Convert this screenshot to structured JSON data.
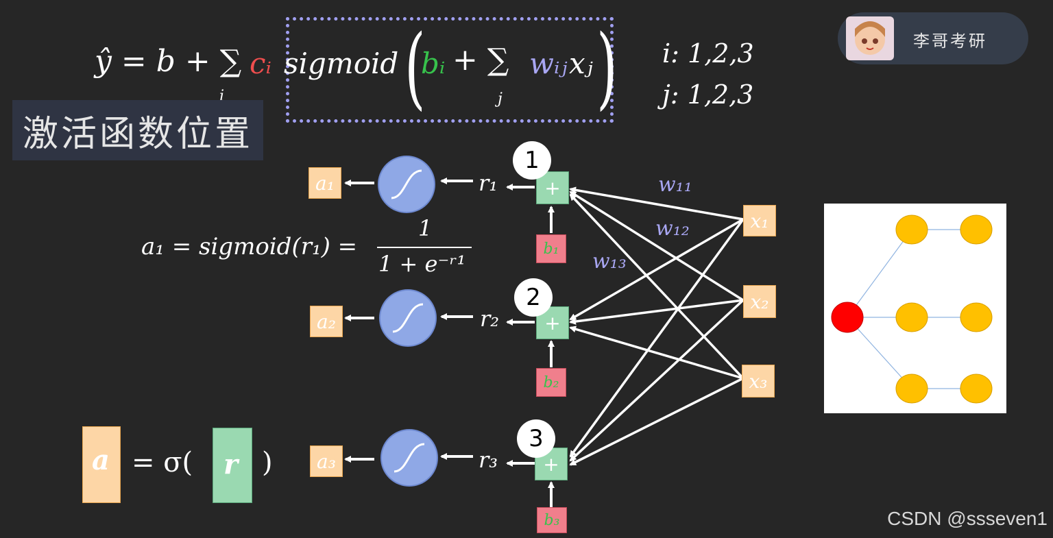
{
  "formula": {
    "yhat": "ŷ = b + ∑",
    "ci": "cᵢ",
    "sigmoid": "sigmoid",
    "bi": "bᵢ",
    "plus": "+ ∑",
    "sub_i": "i",
    "sub_j": "j",
    "wij": "wᵢⱼ",
    "xj": "xⱼ",
    "range_i": "i: 1,2,3",
    "range_j": "j: 1,2,3"
  },
  "activation_label": "激活函数位置",
  "badge_name": "李哥考研",
  "watermark": "CSDN @ssseven1",
  "equation_a1": {
    "lhs": "a₁ = sigmoid(r₁) =",
    "num": "1",
    "den": "1 + e⁻ʳ¹"
  },
  "vector_eq": {
    "a": "a",
    "eq": "= σ(",
    "r": "r",
    "close": ")"
  },
  "nodes": {
    "a": [
      "a₁",
      "a₂",
      "a₃"
    ],
    "r": [
      "r₁",
      "r₂",
      "r₃"
    ],
    "b": [
      "b₁",
      "b₂",
      "b₃"
    ],
    "x": [
      "x₁",
      "x₂",
      "x₃"
    ],
    "nums": [
      "1",
      "2",
      "3"
    ],
    "plus": "+"
  },
  "weights": [
    "w₁₁",
    "w₁₂",
    "w₁₃"
  ],
  "colors": {
    "background": "#262626",
    "c_red": "#ef4e4e",
    "b_green": "#37c24c",
    "w_purple": "#a8a6f2",
    "node_orange": "#fdd6a6",
    "node_pink": "#f07f8c",
    "node_green": "#9ad9b1",
    "sigmoid_blue": "#8fa8e6",
    "tree_red": "#ff0000",
    "tree_yellow": "#ffc000"
  }
}
